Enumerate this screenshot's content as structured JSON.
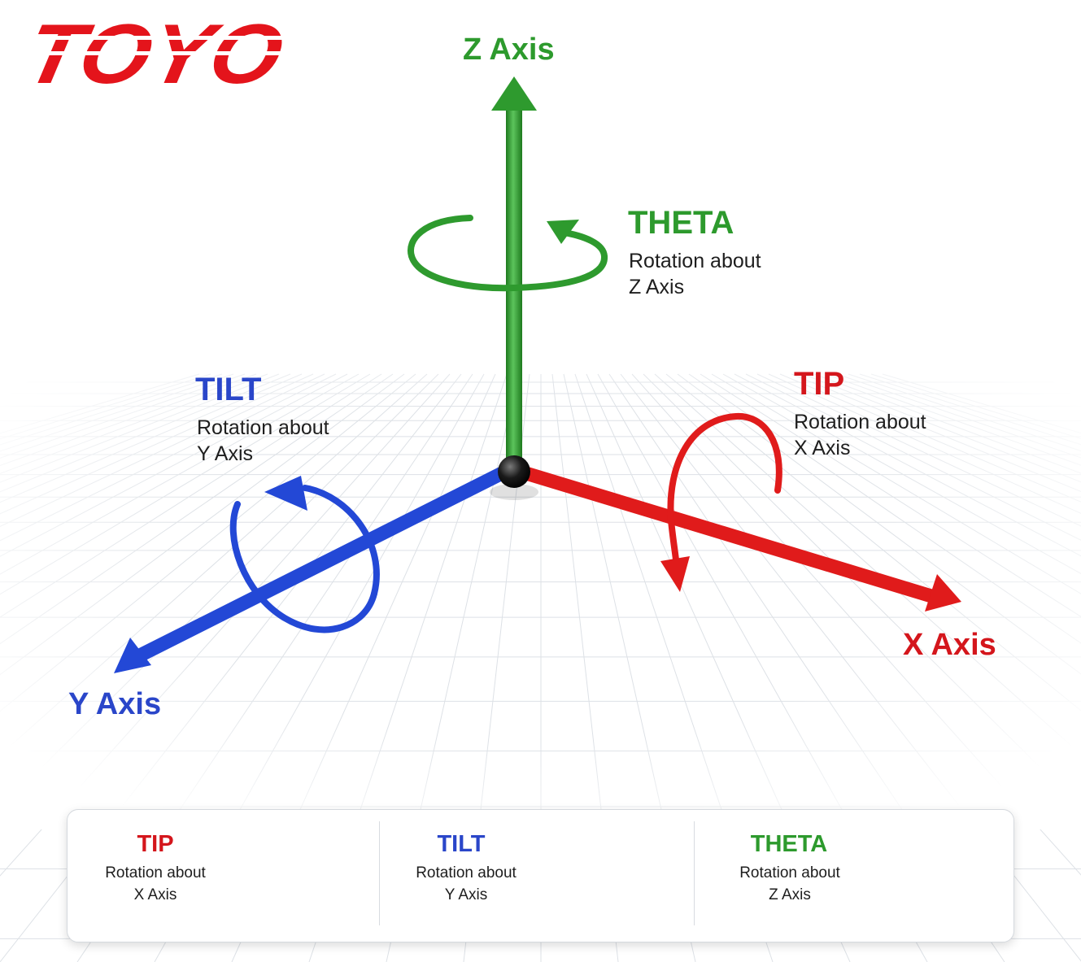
{
  "brand": {
    "logo_text": "TOYO",
    "color": "#e4141b"
  },
  "colors": {
    "x": "#e01b1b",
    "y": "#2348d6",
    "z": "#2e9a2e",
    "z_text": "#2d9a2d",
    "y_text": "#2a46c9",
    "x_text": "#d4161c"
  },
  "axes": {
    "z": {
      "label": "Z Axis"
    },
    "x": {
      "label": "X Axis"
    },
    "y": {
      "label": "Y Axis"
    }
  },
  "rotations": {
    "theta": {
      "title": "THETA",
      "line1": "Rotation about",
      "line2": "Z Axis"
    },
    "tilt": {
      "title": "TILT",
      "line1": "Rotation about",
      "line2": "Y Axis"
    },
    "tip": {
      "title": "TIP",
      "line1": "Rotation about",
      "line2": "X Axis"
    }
  },
  "legend": [
    {
      "title": "TIP",
      "line1": "Rotation about",
      "line2": "X Axis",
      "icon": "tip-rotation-icon"
    },
    {
      "title": "TILT",
      "line1": "Rotation about",
      "line2": "Y Axis",
      "icon": "tilt-rotation-icon"
    },
    {
      "title": "THETA",
      "line1": "Rotation about",
      "line2": "Z Axis",
      "icon": "theta-rotation-icon"
    }
  ]
}
